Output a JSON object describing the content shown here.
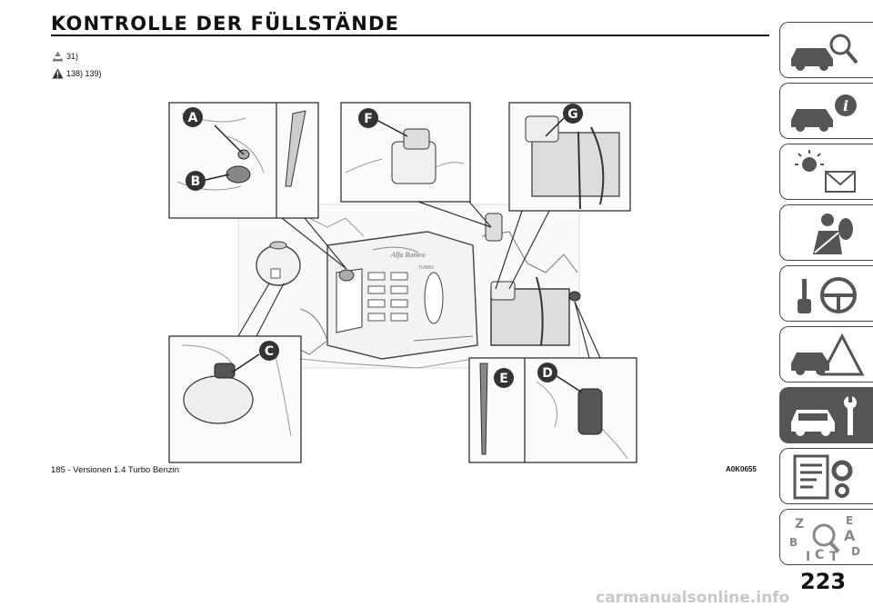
{
  "page": {
    "title": "KONTROLLE DER FÜLLSTÄNDE",
    "number": "223",
    "watermark": "carmanualsonline.info"
  },
  "references": [
    {
      "icon": "service-warning-icon",
      "text": "31)"
    },
    {
      "icon": "danger-warning-icon",
      "text": "138) 139)"
    }
  ],
  "figure": {
    "callouts": [
      "A",
      "B",
      "C",
      "D",
      "E",
      "F",
      "G"
    ],
    "caption": "185 - Versionen 1.4 Turbo Benzin",
    "code": "A0K0655"
  },
  "side_tabs": [
    {
      "name": "car-dashboard-tab",
      "icon": "car-search-icon",
      "active": false
    },
    {
      "name": "car-info-tab",
      "icon": "car-info-icon",
      "active": false
    },
    {
      "name": "lights-messages-tab",
      "icon": "warning-lights-icon",
      "active": false
    },
    {
      "name": "safety-tab",
      "icon": "airbag-seatbelt-icon",
      "active": false
    },
    {
      "name": "starting-driving-tab",
      "icon": "key-steering-wheel-icon",
      "active": false
    },
    {
      "name": "emergency-tab",
      "icon": "car-warning-triangle-icon",
      "active": false
    },
    {
      "name": "maintenance-tab",
      "icon": "car-wrench-icon",
      "active": true
    },
    {
      "name": "technical-data-tab",
      "icon": "document-gear-icon",
      "active": false
    },
    {
      "name": "index-tab",
      "icon": "alphabet-index-icon",
      "active": false
    }
  ]
}
